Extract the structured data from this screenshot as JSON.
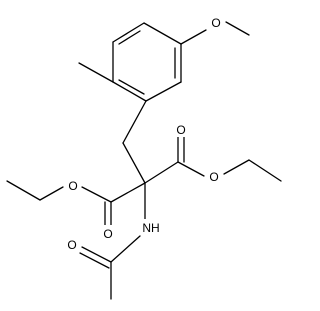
{
  "molecule": {
    "atom_labels": {
      "methoxy_oxygen": "O",
      "upper_left_ester_oxygen": "O",
      "upper_right_ester_oxygen": "O",
      "left_carbonyl_oxygen": "O",
      "right_carbonyl_oxygen": "O",
      "amide_nitrogen": "NH",
      "amide_carbonyl_oxygen": "O"
    },
    "colors": {
      "bond": "#000000",
      "text": "#000000",
      "background": "#ffffff"
    }
  }
}
